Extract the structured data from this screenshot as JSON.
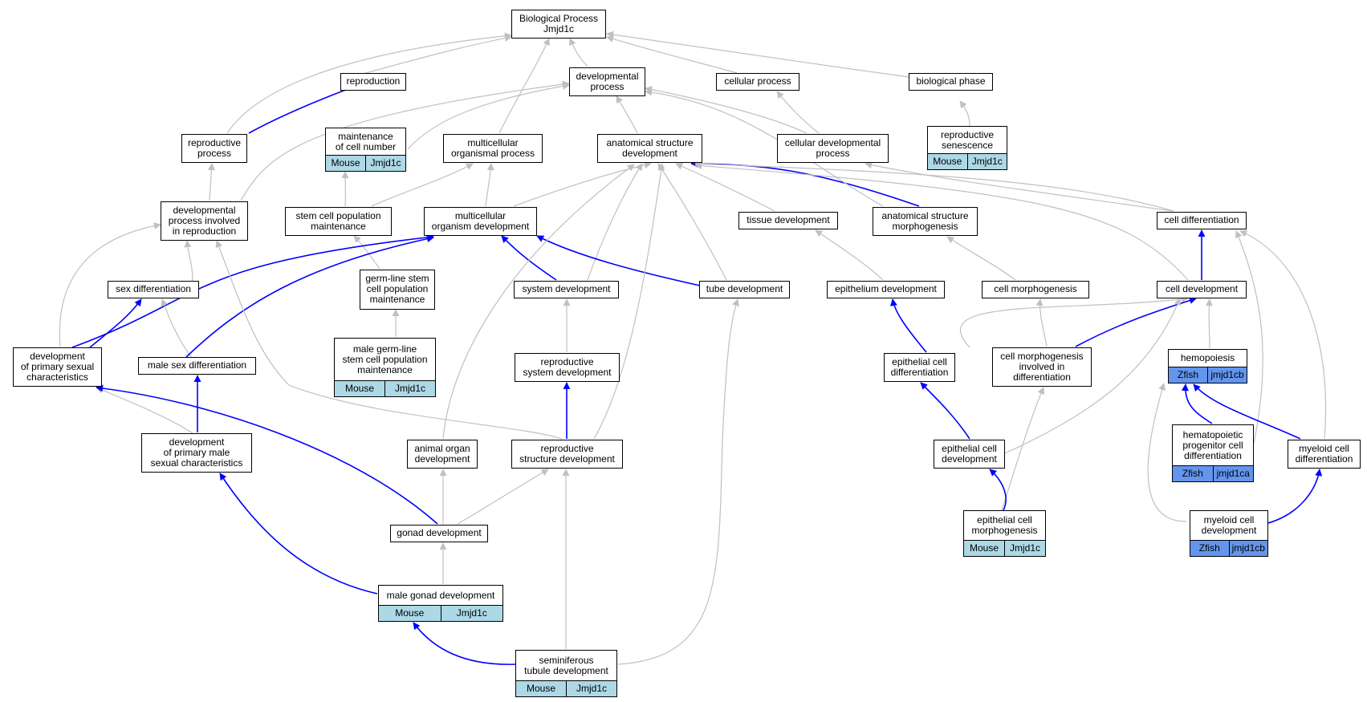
{
  "colors": {
    "is_a_edge": "#c0c0c0",
    "part_edge": "#0000ff",
    "mouse_tag": "#add8e6",
    "zfish_tag": "#6495ed",
    "border": "#000000"
  },
  "nodes": {
    "root": "Biological Process\nJmjd1c",
    "reproduction": "reproduction",
    "developmental_process": "developmental\nprocess",
    "cellular_process": "cellular process",
    "biological_phase": "biological phase",
    "reproductive_process": "reproductive\nprocess",
    "maintenance_cell_number": "maintenance\nof cell number",
    "multicellular_organismal_process": "multicellular\norganismal process",
    "anatomical_structure_development": "anatomical structure\ndevelopment",
    "cellular_developmental_process": "cellular developmental\nprocess",
    "reproductive_senescence": "reproductive\nsenescence",
    "dev_process_reproduction": "developmental\nprocess involved\nin reproduction",
    "stem_cell_pop_maintenance": "stem cell population\nmaintenance",
    "multicellular_organism_development": "multicellular\norganism development",
    "tissue_development": "tissue development",
    "anatomical_structure_morphogenesis": "anatomical structure\nmorphogenesis",
    "cell_differentiation": "cell differentiation",
    "sex_differentiation": "sex differentiation",
    "germline_stem_cell": "germ-line stem\ncell population\nmaintenance",
    "system_development": "system development",
    "tube_development": "tube development",
    "epithelium_development": "epithelium development",
    "cell_morphogenesis": "cell morphogenesis",
    "cell_development": "cell development",
    "dev_primary_sexual": "development\nof primary sexual\ncharacteristics",
    "male_sex_differentiation": "male sex differentiation",
    "male_germline_stem_cell": "male germ-line\nstem cell population\nmaintenance",
    "reproductive_system_development": "reproductive\nsystem development",
    "epithelial_cell_differentiation": "epithelial cell\ndifferentiation",
    "cell_morphogenesis_differentiation": "cell morphogenesis\ninvolved in\ndifferentiation",
    "hemopoiesis": "hemopoiesis",
    "dev_primary_male": "development\nof primary male\nsexual characteristics",
    "animal_organ_development": "animal organ\ndevelopment",
    "reproductive_structure_development": "reproductive\nstructure development",
    "epithelial_cell_development": "epithelial cell\ndevelopment",
    "hematopoietic_progenitor": "hematopoietic\nprogenitor cell\ndifferentiation",
    "myeloid_cell_differentiation": "myeloid cell\ndifferentiation",
    "gonad_development": "gonad development",
    "epithelial_cell_morphogenesis": "epithelial cell\nmorphogenesis",
    "myeloid_cell_development": "myeloid cell\ndevelopment",
    "male_gonad_development": "male gonad development",
    "seminiferous_tubule_development": "seminiferous\ntubule development"
  },
  "tags": {
    "maintenance_cell_number": [
      "Mouse",
      "Jmjd1c"
    ],
    "reproductive_senescence": [
      "Mouse",
      "Jmjd1c"
    ],
    "male_germline_stem_cell": [
      "Mouse",
      "Jmjd1c"
    ],
    "hemopoiesis": [
      "Zfish",
      "jmjd1cb"
    ],
    "hematopoietic_progenitor": [
      "Zfish",
      "jmjd1ca"
    ],
    "epithelial_cell_morphogenesis": [
      "Mouse",
      "Jmjd1c"
    ],
    "myeloid_cell_development": [
      "Zfish",
      "jmjd1cb"
    ],
    "male_gonad_development": [
      "Mouse",
      "Jmjd1c"
    ],
    "seminiferous_tubule_development": [
      "Mouse",
      "Jmjd1c"
    ]
  }
}
